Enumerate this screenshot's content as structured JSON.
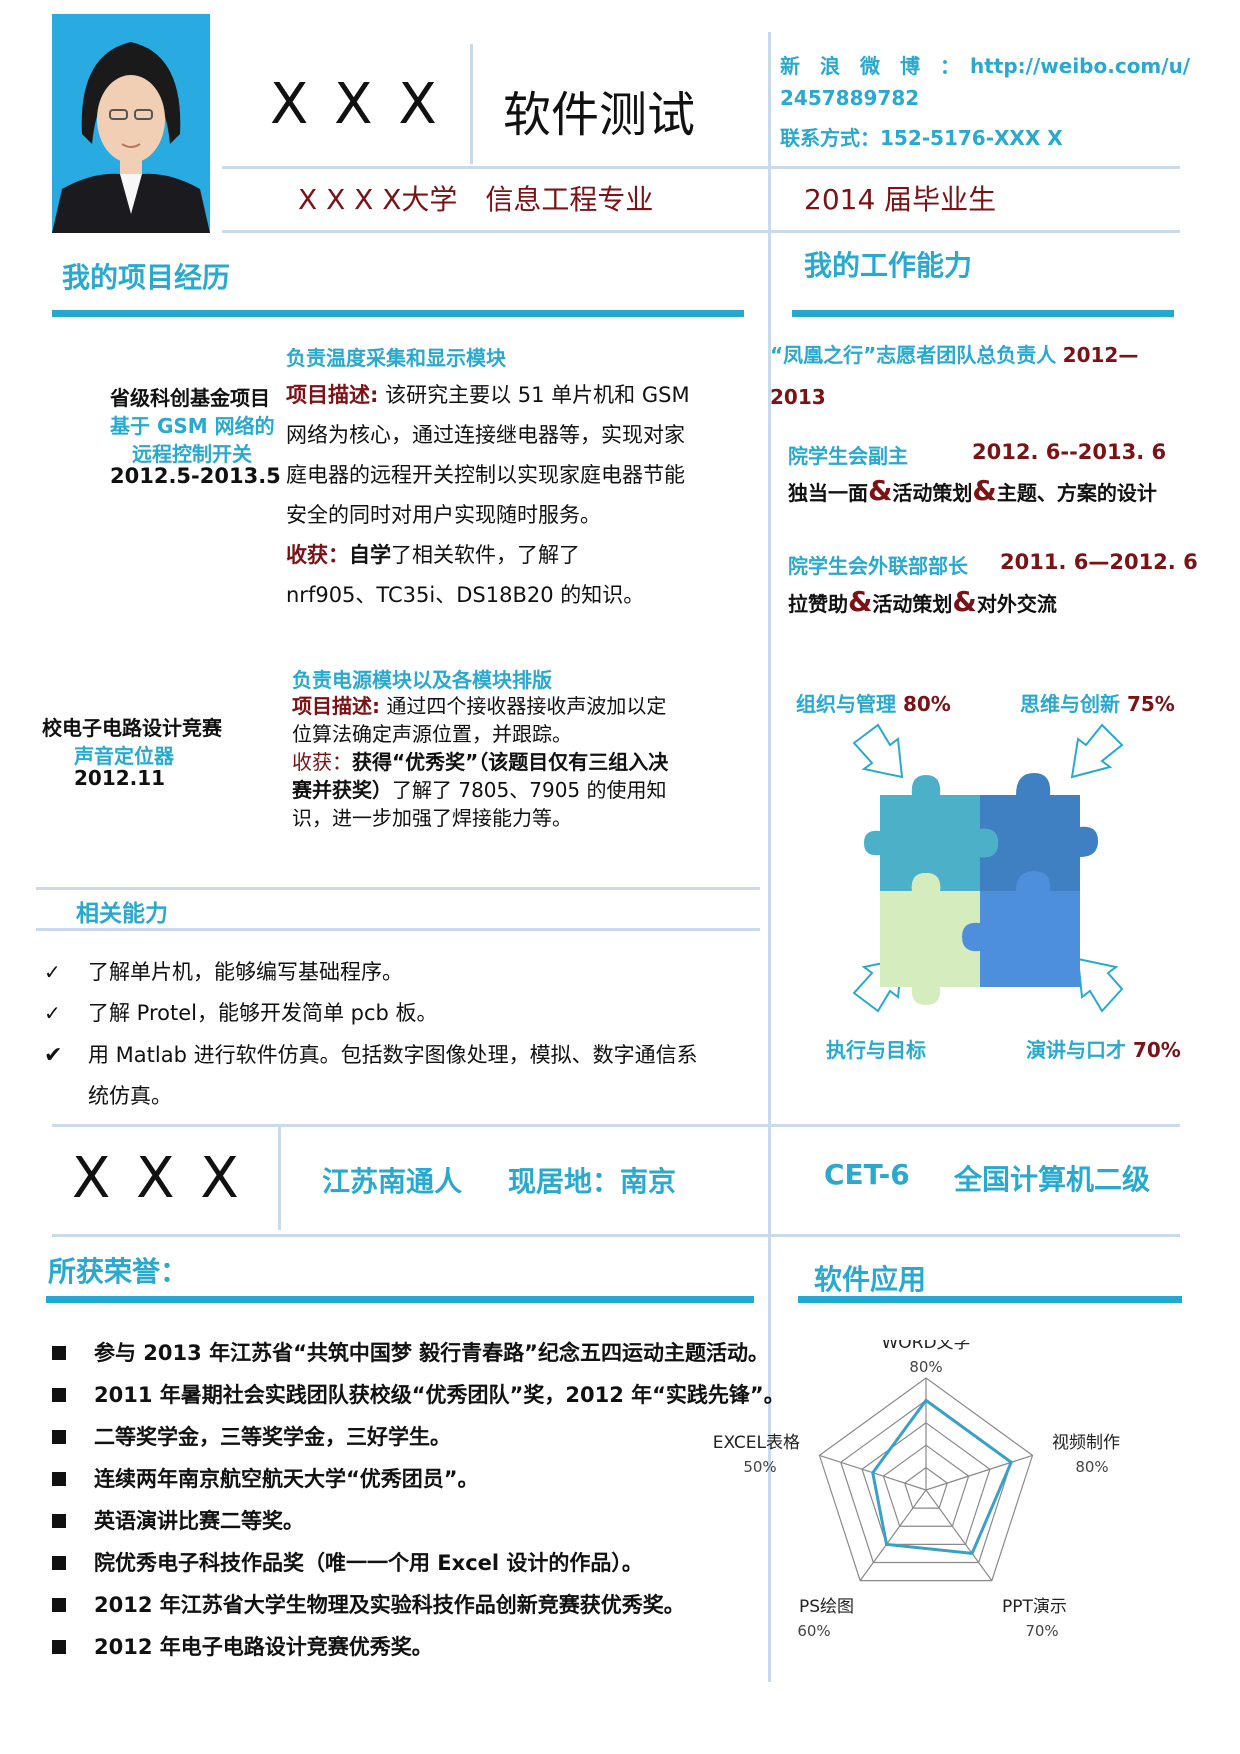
{
  "header": {
    "name": "X X X",
    "job": "软件测试",
    "contact_line1": "新　浪　微　博　：　http://weibo.com/u/",
    "contact_line2": "2457889782",
    "contact_line3": "联系方式：152-5176-XXX X",
    "school": "X X X X大学　信息工程专业",
    "grad": "2014 届毕业生"
  },
  "projects": {
    "title": "我的项目经历",
    "p1": {
      "role": "负责温度采集和显示模块",
      "name1": "省级科创基金项目",
      "name2": "基于 GSM 网络的",
      "name3": "远程控制开关",
      "date": "2012.5-2013.5",
      "desc_label": "项目描述:",
      "desc_lines": [
        "该研究主要以 51 单片机和 GSM",
        "网络为核心，通过连接继电器等，实现对家",
        "庭电器的远程开关控制以实现家庭电器节能",
        "安全的同时对用户实现随时服务。"
      ],
      "gain_label": "收获：",
      "gain_bold": "自学",
      "gain_rest": "了相关软件，了解了",
      "gain_line2": "nrf905、TC35i、DS18B20 的知识。"
    },
    "p2": {
      "role": "负责电源模块以及各模块排版",
      "name1": "校电子电路设计竞赛",
      "name2": "声音定位器",
      "date": "2012.11",
      "desc_label": "项目描述:",
      "desc_line1": "通过四个接收器接收声波加以定",
      "desc_line2": "位算法确定声源位置，并跟踪。",
      "gain_label": "收获：",
      "gain_bold1": "获得“优秀奖”（该题目仅有三组入决",
      "gain_bold2": "赛并获奖）",
      "gain_rest2": "了解了 7805、7905 的使用知",
      "gain_line4": "识，进一步加强了焊接能力等。"
    }
  },
  "skills": {
    "title": "相关能力",
    "items": [
      "了解单片机，能够编写基础程序。",
      "了解 Protel，能够开发简单 pcb 板。",
      "用 Matlab 进行软件仿真。包括数字图像处理，模拟、数字通信系",
      "统仿真。"
    ],
    "checks": [
      "✓",
      "✓",
      "✔"
    ]
  },
  "work": {
    "title": "我的工作能力",
    "item1_cyan": "“凤凰之行”志愿者团队总负责人",
    "item1_date": "2012—",
    "item1_date2": "2013",
    "item2_role": "院学生会副主",
    "item2_date": "2012. 6--2013. 6",
    "item2_desc": [
      "独当一面",
      "活动策划",
      "主题、方案的设计"
    ],
    "item3_role": "院学生会外联部部长",
    "item3_date": "2011. 6—2012. 6",
    "item3_desc": [
      "拉赞助",
      "活动策划",
      "对外交流"
    ],
    "amp": "&"
  },
  "puzzle": {
    "tl_label": "组织与管理",
    "tl_pct": "80%",
    "tr_label": "思维与创新",
    "tr_pct": "75%",
    "bl_label": "执行与目标",
    "br_label": "演讲与口才",
    "br_pct": "70%"
  },
  "bottom": {
    "name": "X X X",
    "origin": "江苏南通人",
    "residence": "现居地：南京",
    "cert1": "CET-6",
    "cert2": "全国计算机二级"
  },
  "honors": {
    "title": "所获荣誉：",
    "items": [
      "参与 2013 年江苏省“共筑中国梦 毅行青春路”纪念五四运动主题活动。",
      "2011 年暑期社会实践团队获校级“优秀团队”奖，2012 年“实践先锋”。",
      "二等奖学金，三等奖学金，三好学生。",
      "连续两年南京航空航天大学“优秀团员”。",
      "英语演讲比赛二等奖。",
      "院优秀电子科技作品奖（唯一一个用 Excel 设计的作品）。",
      "2012 年江苏省大学生物理及实验科技作品创新竞赛获优秀奖。",
      "2012 年电子电路设计竞赛优秀奖。"
    ]
  },
  "software": {
    "title": "软件应用"
  },
  "chart_data": {
    "type": "radar",
    "categories": [
      "WORD文字",
      "视频制作",
      "PPT演示",
      "PS绘图",
      "EXCEL表格"
    ],
    "values": [
      80,
      80,
      70,
      60,
      50
    ],
    "value_labels": [
      "80%",
      "80%",
      "70%",
      "60%",
      "50%"
    ],
    "range": [
      0,
      100
    ],
    "line_color": "#3aa0c4"
  },
  "colors": {
    "accent": "#23a8d2",
    "dark_red": "#7a1216",
    "divider": "#c9daea",
    "photo_bg": "#29abe2"
  }
}
